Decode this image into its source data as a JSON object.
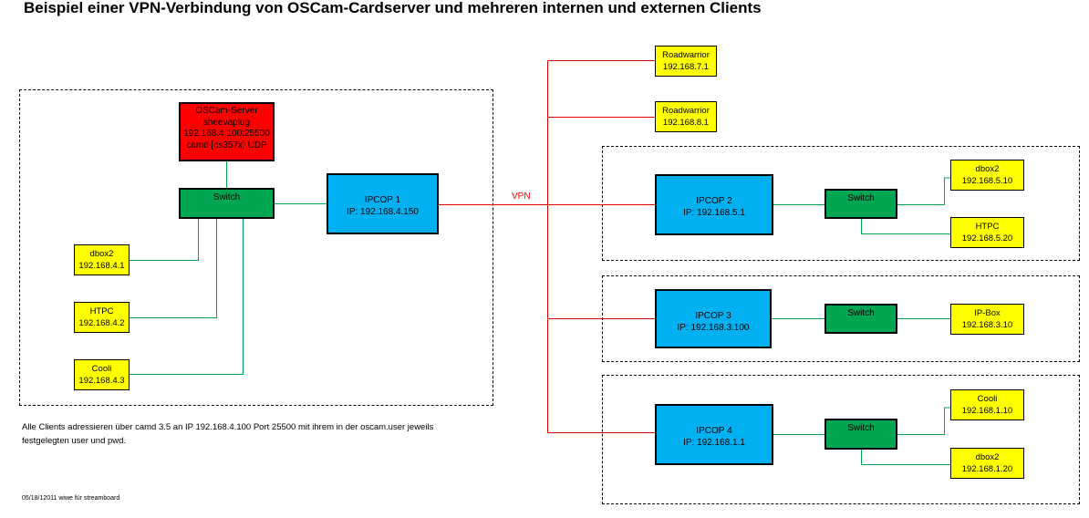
{
  "title": "Beispiel einer VPN-Verbindung von OSCam-Cardserver und mehreren internen und externen Clients",
  "colors": {
    "red_line": "#e00000",
    "green_line": "#00a651",
    "server": "#ff0000",
    "switch": "#00a651",
    "router": "#00b0f0",
    "client": "#ffff00"
  },
  "server": {
    "lines": [
      "OSCam-Server",
      "sheevaplug",
      "192.168.4.100:25500",
      "camd [cs357x] UDP"
    ]
  },
  "switch_main": {
    "label": "Switch"
  },
  "ipcop1": {
    "name": "IPCOP 1",
    "ip": "IP: 192.168.4.150"
  },
  "internal_clients": [
    {
      "name": "dbox2",
      "ip": "192.168.4.1"
    },
    {
      "name": "HTPC",
      "ip": "192.168.4.2"
    },
    {
      "name": "Cooli",
      "ip": "192.168.4.3"
    }
  ],
  "vpn_label": "VPN",
  "roadwarriors": [
    {
      "name": "Roadwarrior",
      "ip": "192.168.7.1"
    },
    {
      "name": "Roadwarrior",
      "ip": "192.168.8.1"
    }
  ],
  "site2": {
    "router": {
      "name": "IPCOP 2",
      "ip": "IP: 192.168.5.1"
    },
    "switch": "Switch",
    "clients": [
      {
        "name": "dbox2",
        "ip": "192.168.5.10"
      },
      {
        "name": "HTPC",
        "ip": "192.168.5.20"
      }
    ]
  },
  "site3": {
    "router": {
      "name": "IPCOP 3",
      "ip": "IP: 192.168.3.100"
    },
    "switch": "Switch",
    "clients": [
      {
        "name": "IP-Box",
        "ip": "192.168.3.10"
      }
    ]
  },
  "site4": {
    "router": {
      "name": "IPCOP 4",
      "ip": "IP: 192.168.1.1"
    },
    "switch": "Switch",
    "clients": [
      {
        "name": "Cooli",
        "ip": "192.168.1.10"
      },
      {
        "name": "dbox2",
        "ip": "192.168.1.20"
      }
    ]
  },
  "note": {
    "line1": "Alle Clients adressieren über camd 3.5 an IP 192.168.4.100 Port 25500 mit ihrem in der oscam.user jeweils",
    "line2": "festgelegten user und pwd."
  },
  "footer": "05/18/12011 wiwe für streamboard"
}
